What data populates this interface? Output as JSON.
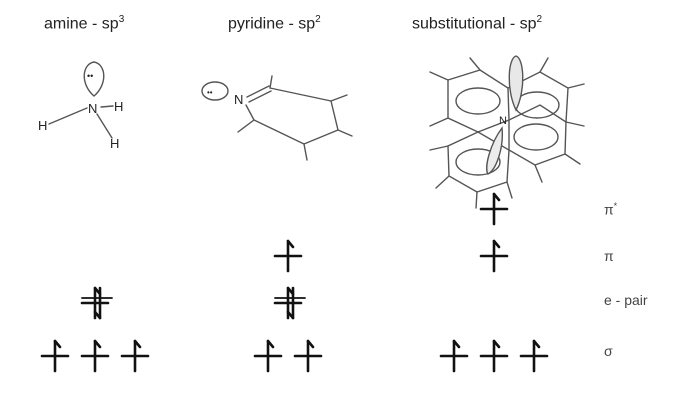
{
  "columns": [
    {
      "name": "amine",
      "hybrid_base": "sp",
      "hybrid_sup": "3",
      "sep": " - "
    },
    {
      "name": "pyridine",
      "hybrid_base": "sp",
      "hybrid_sup": "2",
      "sep": " - "
    },
    {
      "name": "substitutional",
      "hybrid_base": "sp",
      "hybrid_sup": "2",
      "sep": " - "
    }
  ],
  "atoms": {
    "nitrogen": "N",
    "hydrogen": "H",
    "lone_pair_dots": "••"
  },
  "levels": [
    {
      "key": "pi_star",
      "base": "π",
      "sup": "*"
    },
    {
      "key": "pi",
      "base": "π",
      "sup": ""
    },
    {
      "key": "e_pair",
      "base": "e - pair",
      "sup": ""
    },
    {
      "key": "sigma",
      "base": "σ",
      "sup": ""
    }
  ],
  "occupancy": {
    "amine": {
      "pi_star": 0,
      "pi": 0,
      "e_pair": 1,
      "sigma": 3
    },
    "pyridine": {
      "pi_star": 0,
      "pi": 1,
      "e_pair": 1,
      "sigma": 2
    },
    "substitutional": {
      "pi_star": 1,
      "pi": 1,
      "e_pair": 0,
      "sigma": 3
    }
  }
}
